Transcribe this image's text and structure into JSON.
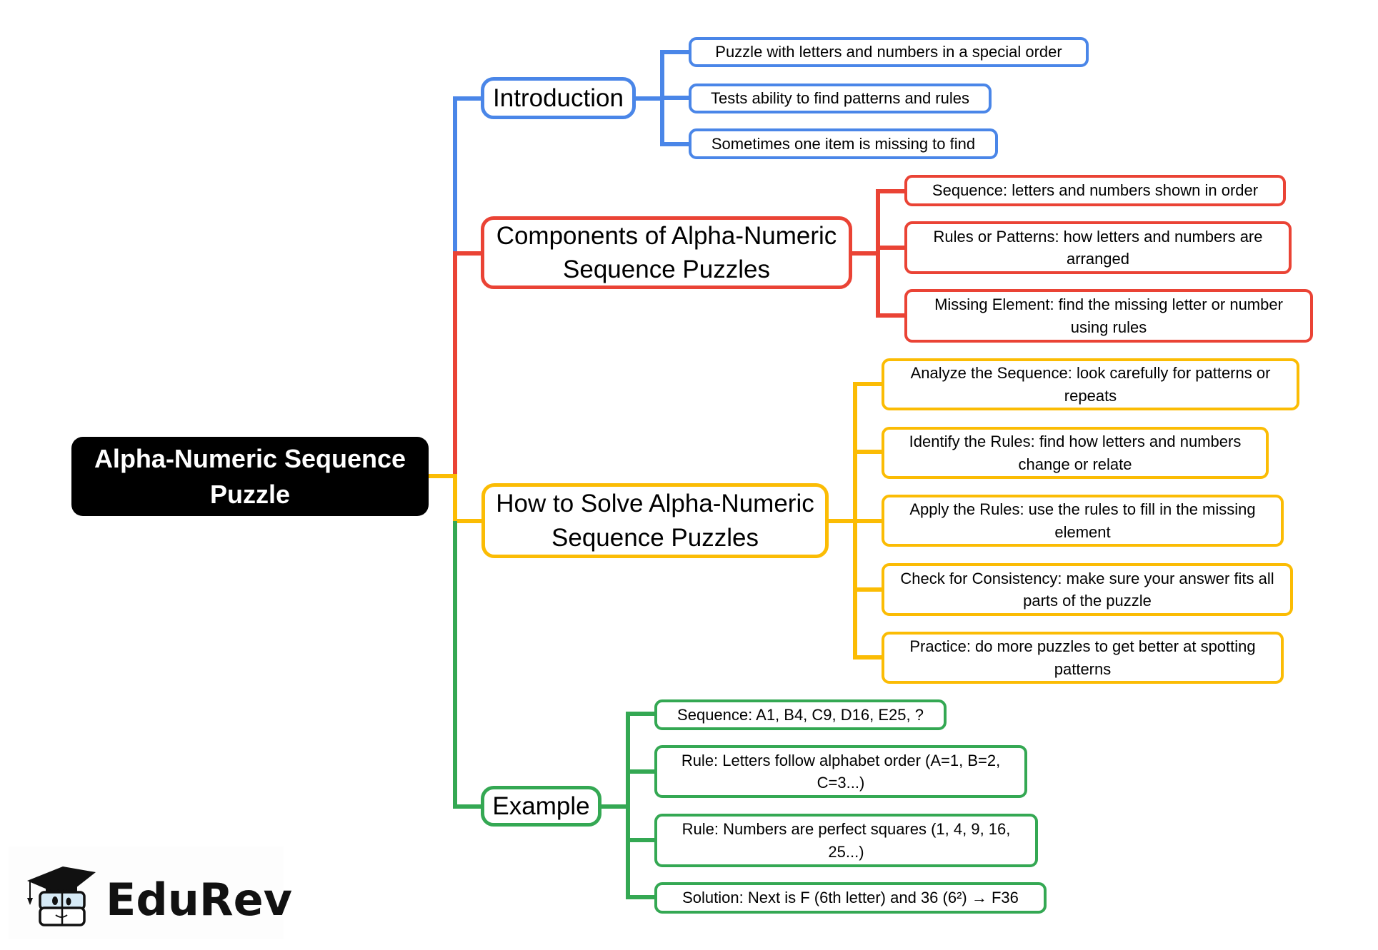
{
  "root": {
    "title": "Alpha-Numeric Sequence Puzzle"
  },
  "colors": {
    "introduction": "#4a86e8",
    "components": "#ea4335",
    "how_to_solve": "#fbbc04",
    "example": "#34a853",
    "root_bg": "#000000"
  },
  "branches": [
    {
      "id": "introduction",
      "label": "Introduction",
      "leaves": [
        "Puzzle with letters and numbers in a special order",
        "Tests ability to find patterns and rules",
        "Sometimes one item is missing to find"
      ]
    },
    {
      "id": "components",
      "label": "Components of Alpha-Numeric Sequence Puzzles",
      "leaves": [
        "Sequence: letters and numbers shown in order",
        "Rules or Patterns: how letters and numbers are arranged",
        "Missing Element: find the missing letter or number using rules"
      ]
    },
    {
      "id": "how_to_solve",
      "label": "How to Solve Alpha-Numeric Sequence Puzzles",
      "leaves": [
        "Analyze the Sequence: look carefully for patterns or repeats",
        "Identify the Rules: find how letters and numbers change or relate",
        "Apply the Rules: use the rules to fill in the missing element",
        "Check for Consistency: make sure your answer fits all parts of the puzzle",
        "Practice: do more puzzles to get better at spotting patterns"
      ]
    },
    {
      "id": "example",
      "label": "Example",
      "leaves": [
        "Sequence: A1, B4, C9, D16, E25, ?",
        "Rule: Letters follow alphabet order (A=1, B=2, C=3...)",
        "Rule: Numbers are perfect squares (1, 4, 9, 16, 25...)",
        "Solution: Next is F (6th letter) and 36 (6²) → F36"
      ]
    }
  ],
  "logo": {
    "text": "EduRev",
    "icon": "graduate-mascot-icon"
  }
}
